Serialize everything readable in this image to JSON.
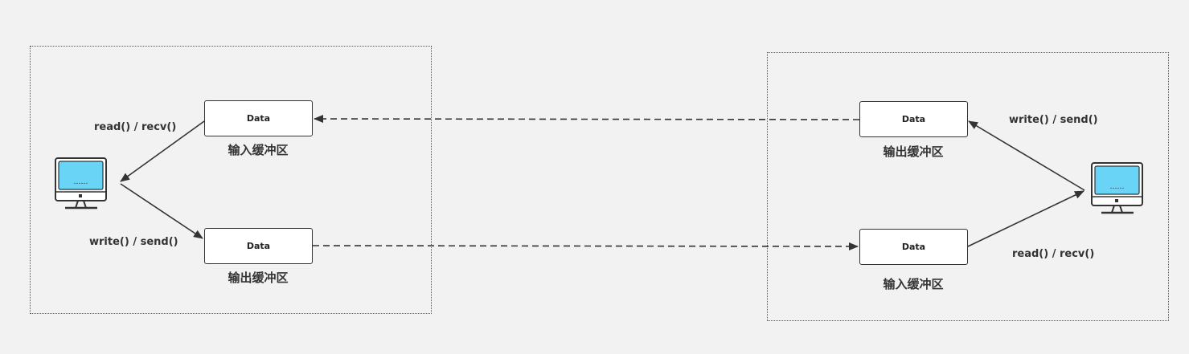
{
  "left_host": {
    "input_buffer": {
      "text": "Data",
      "label": "输入缓冲区"
    },
    "output_buffer": {
      "text": "Data",
      "label": "输出缓冲区"
    },
    "read_label": "read() / recv()",
    "write_label": "write() / send()",
    "computer_screen_text": "……"
  },
  "right_host": {
    "output_buffer": {
      "text": "Data",
      "label": "输出缓冲区"
    },
    "input_buffer": {
      "text": "Data",
      "label": "输入缓冲区"
    },
    "write_label": "write() / send()",
    "read_label": "read() / recv()",
    "computer_screen_text": "……"
  },
  "colors": {
    "background": "#f2f2f2",
    "stroke": "#333333",
    "screen": "#6ad4f7"
  }
}
